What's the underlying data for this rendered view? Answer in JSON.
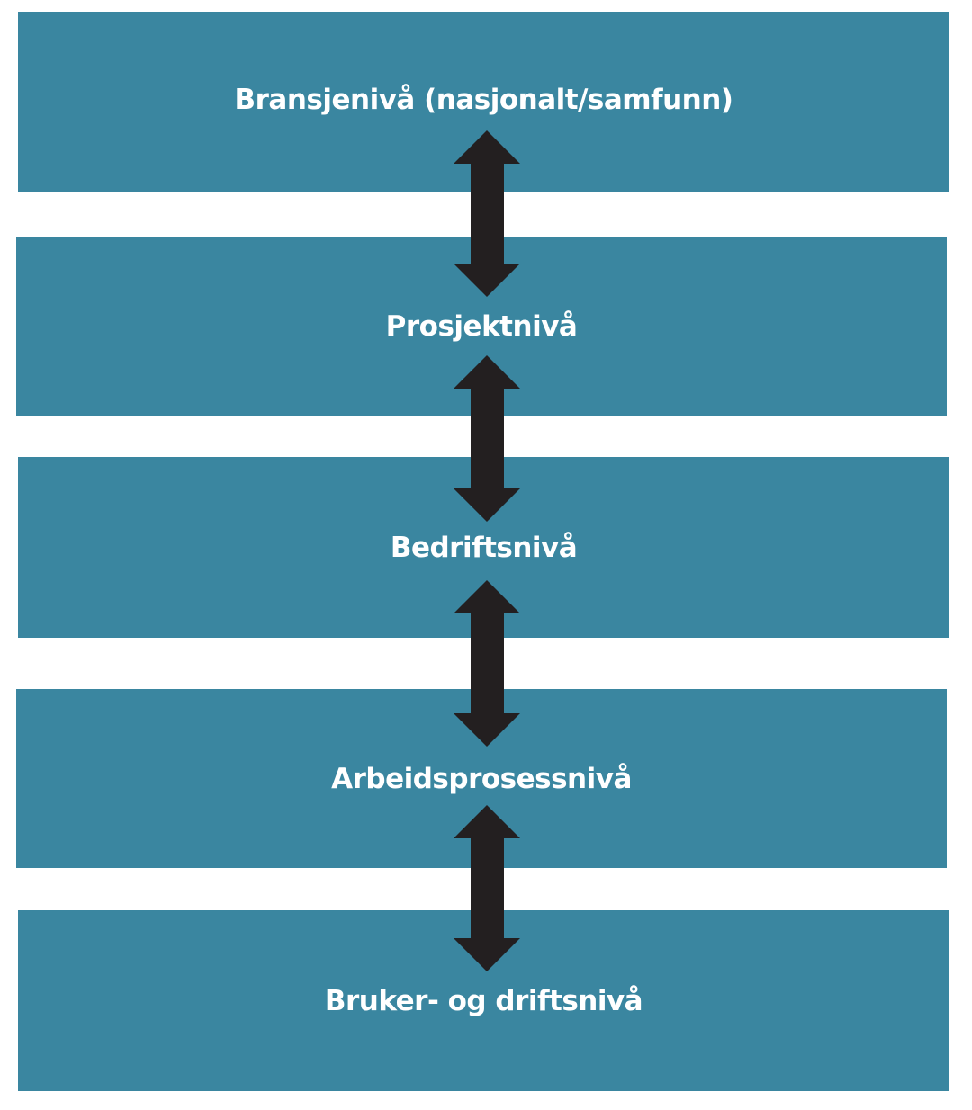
{
  "levels": [
    {
      "label": "Bransjenivå (nasjonalt/samfunn)"
    },
    {
      "label": "Prosjektnivå"
    },
    {
      "label": "Bedriftsnivå"
    },
    {
      "label": "Arbeidsprosessnivå"
    },
    {
      "label": "Bruker- og driftsnivå"
    }
  ],
  "colors": {
    "box": "#3a86a0",
    "arrow": "#231f20",
    "text": "#ffffff"
  }
}
